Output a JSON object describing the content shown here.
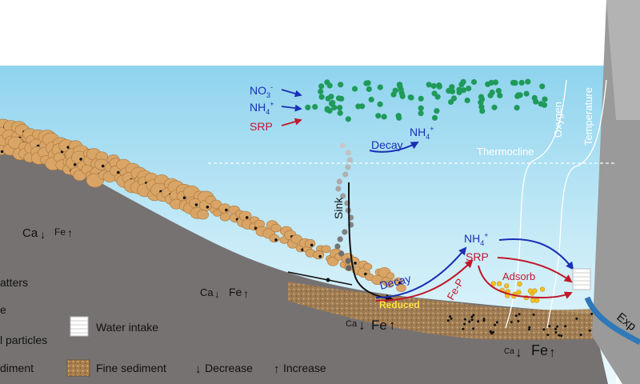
{
  "inputs": {
    "nitrate": "NO",
    "nitrate_sub": "3",
    "nitrate_sup": "-",
    "ammonium": "NH",
    "ammonium_sub": "4",
    "ammonium_sup": "+",
    "srp": "SRP"
  },
  "surface_decay": {
    "label": "Decay",
    "product": "NH",
    "product_sub": "4",
    "product_sup": "+"
  },
  "thermocline": "Thermocline",
  "profiles": {
    "oxygen": "Oxygen",
    "temperature": "Temperature"
  },
  "sink": "Sink",
  "bottom": {
    "nh4": "NH",
    "nh4_sub": "4",
    "nh4_sup": "+",
    "srp": "SRP",
    "decay": "Decay",
    "fe_p": "Fe-P",
    "adsorb": "Adsorb",
    "reduced": "Reduced"
  },
  "sediment_markers": [
    {
      "ca": "Ca",
      "fe": "Fe"
    },
    {
      "ca": "Ca",
      "fe": "Fe"
    },
    {
      "ca": "Ca",
      "fe": "Fe"
    },
    {
      "ca": "Ca",
      "fe": "Fe"
    }
  ],
  "dam": {
    "water_intake_box": "",
    "export_label": "Exp"
  },
  "legend": {
    "left_fragments": [
      "atters",
      "e",
      "l particles",
      "diment"
    ],
    "water_intake": "Water intake",
    "fine_sediment": "Fine sediment",
    "decrease": "Decrease",
    "increase": "Increase"
  },
  "colors": {
    "water_top": "#8fd3ee",
    "water_bottom": "#e6f6fc",
    "sediment": "#767272",
    "pebble": "#d9a566",
    "algae": "#1f9a5a",
    "nitrogen_arrow": "#1a2fb5",
    "phosphorus_arrow": "#c0182a",
    "adsorb_dots": "#f3c21e",
    "reduced_text": "#ffe23c",
    "export_pipe": "#2f78b9"
  }
}
